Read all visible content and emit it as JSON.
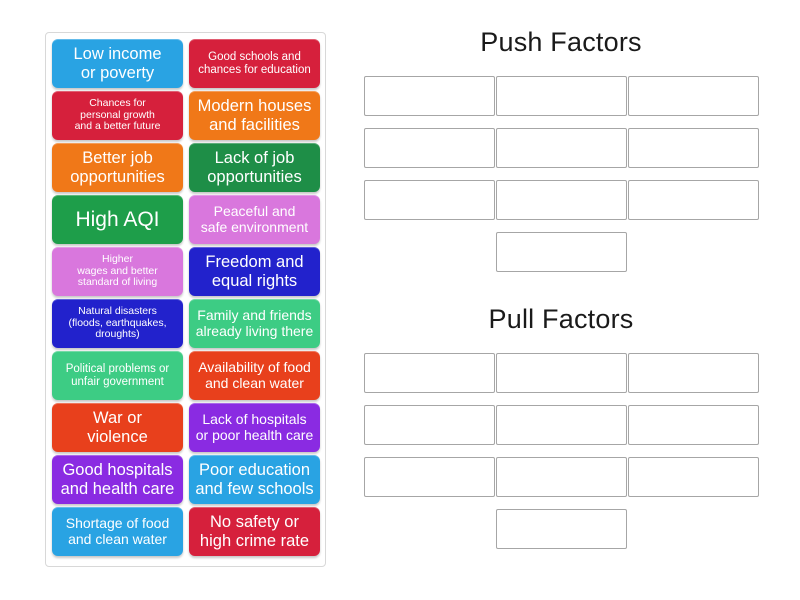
{
  "activity": {
    "type": "group-sort-drag-and-drop"
  },
  "tile_panel": {
    "name": "draggable-tiles-panel",
    "tiles": [
      {
        "label": "Low income\nor poverty",
        "color": "#29A3E3",
        "size": "s-lg"
      },
      {
        "label": "Good schools and\nchances for education",
        "color": "#D6203C",
        "size": "s-sm"
      },
      {
        "label": "Chances for\npersonal growth\nand a better future",
        "color": "#D6203C",
        "size": "s-xs"
      },
      {
        "label": "Modern houses\nand facilities",
        "color": "#F07818",
        "size": "s-lg"
      },
      {
        "label": "Better job\nopportunities",
        "color": "#F07818",
        "size": "s-lg"
      },
      {
        "label": "Lack of job\nopportunities",
        "color": "#1E8E47",
        "size": "s-lg"
      },
      {
        "label": "High AQI",
        "color": "#1E9E4A",
        "size": "s-xl"
      },
      {
        "label": "Peaceful and\nsafe environment",
        "color": "#D977DD",
        "size": "s-md"
      },
      {
        "label": "Higher\nwages and better\nstandard of living",
        "color": "#D977DD",
        "size": "s-xs"
      },
      {
        "label": "Freedom and\nequal rights",
        "color": "#2222CC",
        "size": "s-lg"
      },
      {
        "label": "Natural disasters\n(floods, earthquakes,\ndroughts)",
        "color": "#2222CC",
        "size": "s-xs"
      },
      {
        "label": "Family and friends\nalready living there",
        "color": "#3DCC84",
        "size": "s-md"
      },
      {
        "label": "Political problems or\nunfair government",
        "color": "#3DCC84",
        "size": "s-sm"
      },
      {
        "label": "Availability of food\nand clean water",
        "color": "#E8401C",
        "size": "s-md"
      },
      {
        "label": "War or\nviolence",
        "color": "#E8401C",
        "size": "s-lg"
      },
      {
        "label": "Lack of hospitals\nor poor health care",
        "color": "#8A2BE2",
        "size": "s-md"
      },
      {
        "label": "Good hospitals\nand health care",
        "color": "#8A2BE2",
        "size": "s-lg"
      },
      {
        "label": "Poor education\nand few schools",
        "color": "#29A3E3",
        "size": "s-lg"
      },
      {
        "label": "Shortage of food\nand clean water",
        "color": "#29A3E3",
        "size": "s-md"
      },
      {
        "label": "No safety or\nhigh crime rate",
        "color": "#D6203C",
        "size": "s-lg"
      }
    ]
  },
  "zones": [
    {
      "name": "push-factors",
      "title": "Push Factors",
      "slot_count": 10,
      "slots_per_row": 3
    },
    {
      "name": "pull-factors",
      "title": "Pull Factors",
      "slot_count": 10,
      "slots_per_row": 3
    }
  ],
  "colors": {
    "slot_border": "#a6a6a6",
    "panel_border": "#d8d8d8",
    "title_text": "#1a1a1a",
    "background": "#ffffff"
  }
}
